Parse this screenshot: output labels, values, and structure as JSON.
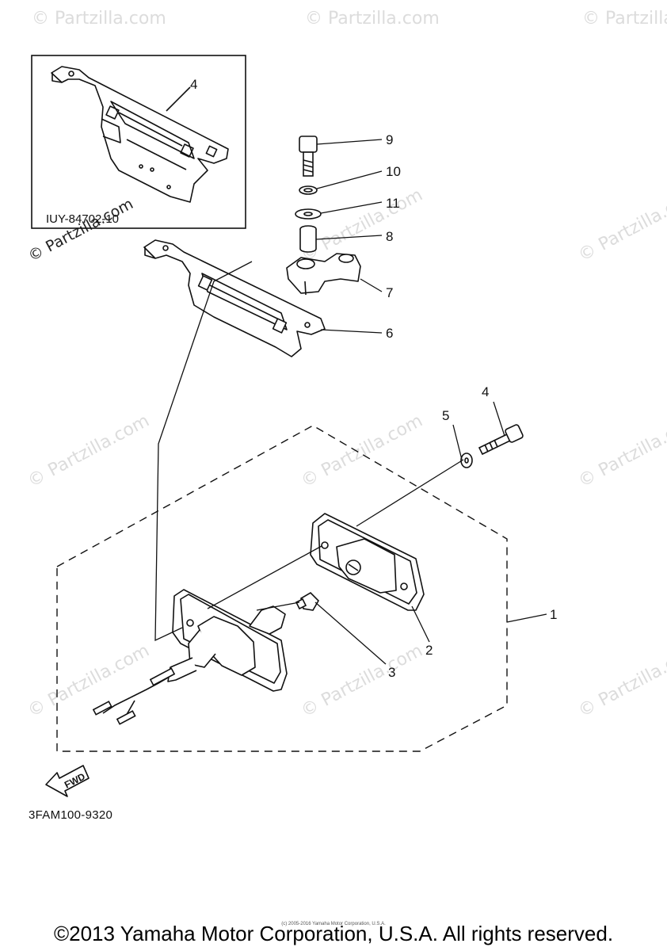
{
  "watermark_text": "© Partzilla.com",
  "inset": {
    "code": "IUY-84702-10",
    "callout": "4"
  },
  "callouts": [
    "1",
    "2",
    "3",
    "4",
    "5",
    "6",
    "7",
    "8",
    "9",
    "10",
    "11"
  ],
  "fwd_label": "FWD",
  "diagram_code": "3FAM100-9320",
  "small_copyright": "(c) 2005-2016 Yamaha Motor Corporation, U.S.A.",
  "copyright": "©2013 Yamaha Motor Corporation, U.S.A. All rights reserved."
}
